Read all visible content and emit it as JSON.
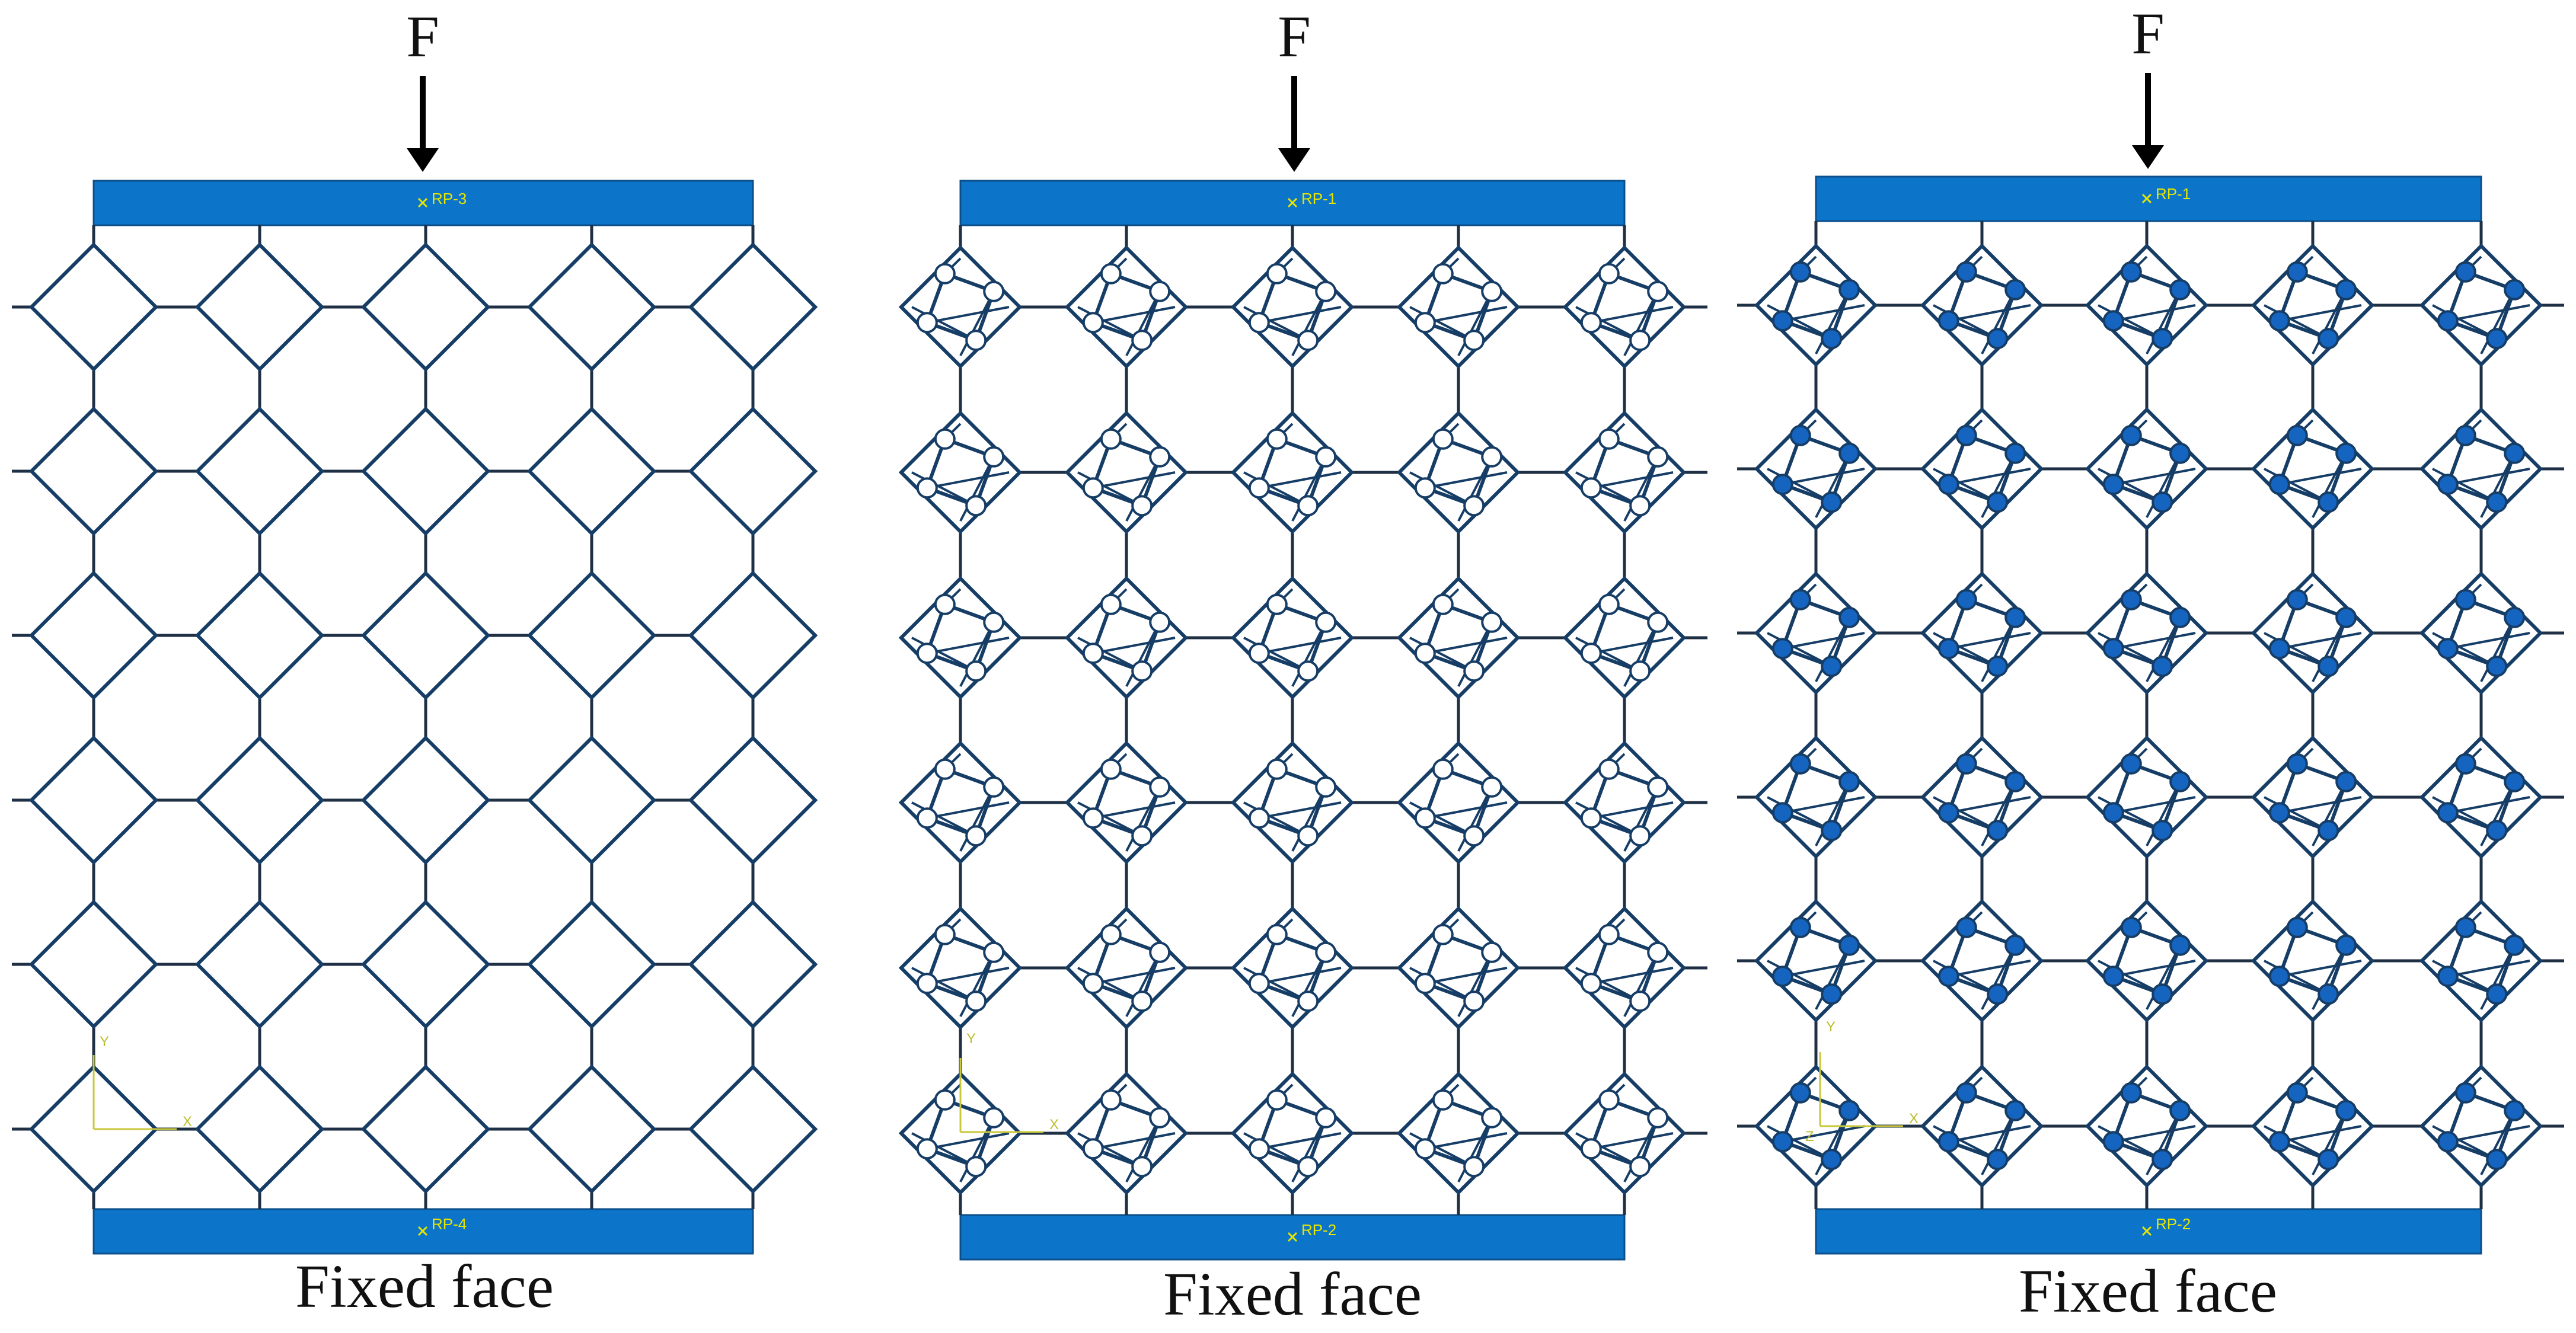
{
  "colors": {
    "plate_fill": "#0c74c9",
    "plate_stroke": "#0b4f8c",
    "strut": "#1f2f44",
    "rotor_stroke": "#163d66",
    "hollow_node_fill": "#ffffff",
    "solid_node_fill": "#1565c0",
    "reference_point": "#e6e600",
    "arrow": "#000000"
  },
  "panels": [
    {
      "force_label": "F",
      "top_rp": "RP-3",
      "bottom_rp": "RP-4",
      "bottom_label": "Fixed face",
      "cell_type": "diamond",
      "axes_labels": [
        "Y",
        "X"
      ]
    },
    {
      "force_label": "F",
      "top_rp": "RP-1",
      "bottom_rp": "RP-2",
      "bottom_label": "Fixed face",
      "cell_type": "rotating-square-hollow-nodes",
      "axes_labels": [
        "Y",
        "X"
      ]
    },
    {
      "force_label": "F",
      "top_rp": "RP-1",
      "bottom_rp": "RP-2",
      "bottom_label": "Fixed face",
      "cell_type": "rotating-square-solid-nodes",
      "axes_labels": [
        "Y",
        "X",
        "Z"
      ]
    }
  ]
}
